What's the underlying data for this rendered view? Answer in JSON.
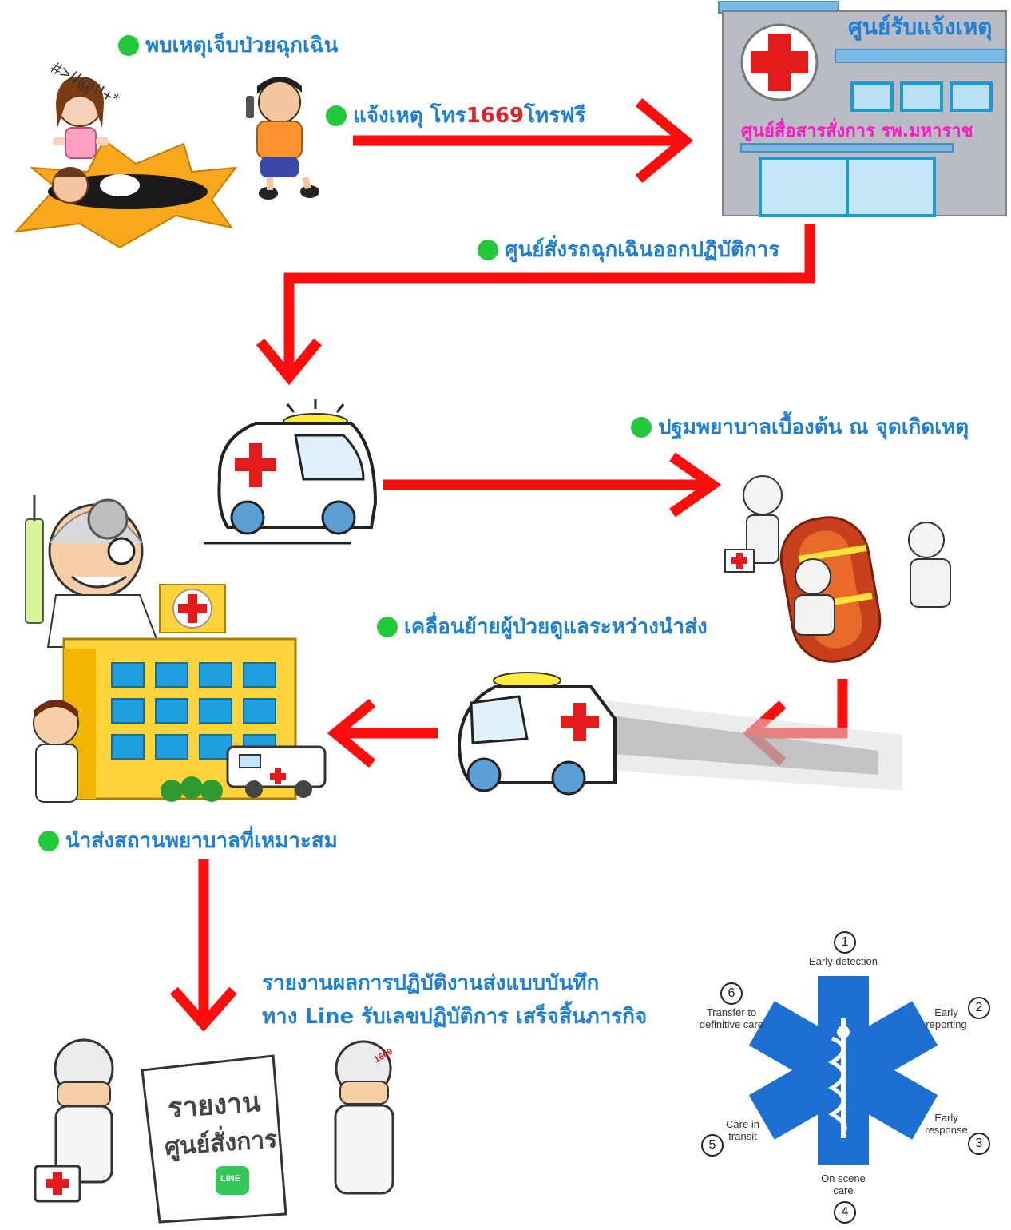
{
  "steps": {
    "detect": "พบเหตุเจ็บป่วยฉุกเฉิน",
    "report_prefix": "แจ้งเหตุ โทร ",
    "report_number": "1669",
    "report_suffix": " โทรฟรี",
    "dispatch": "ศูนย์สั่งรถฉุกเฉินออกปฏิบัติการ",
    "first_aid": "ปฐมพยาบาลเบื้องต้น ณ จุดเกิดเหตุ",
    "transport": "เคลื่อนย้ายผู้ป่วยดูแลระหว่างนำส่ง",
    "deliver": "นำส่งสถานพยาบาลที่เหมาะสม"
  },
  "center": {
    "title": "ศูนย์รับแจ้งเหตุ",
    "subtitle": "ศูนย์สื่อสารสั่งการ รพ.มหาราช"
  },
  "report_note": {
    "line1": "รายงานผลการปฏิบัติงานส่งแบบบันทึก",
    "line2": "ทาง Line รับเลขปฏิบัติการ เสร็จสิ้นภารกิจ"
  },
  "cartoon_text": {
    "shout": "#>//@!!+*",
    "doc_line1": "รายงาน",
    "doc_line2": "ศูนย์สั่งการ",
    "line_logo": "LINE",
    "badge": "1669"
  },
  "star_of_life": {
    "items": [
      {
        "n": "1",
        "label": "Early detection"
      },
      {
        "n": "2",
        "label": "Early reporting"
      },
      {
        "n": "3",
        "label": "Early response"
      },
      {
        "n": "4",
        "label": "On scene care"
      },
      {
        "n": "5",
        "label": "Care in transit"
      },
      {
        "n": "6",
        "label": "Transfer to definitive care"
      }
    ]
  },
  "colors": {
    "arrow": "#ff0d0d",
    "step_dot": "#22c93a",
    "text_blue": "#1d7fd6",
    "pink": "#ff18c9",
    "star": "#1d6fd2"
  }
}
